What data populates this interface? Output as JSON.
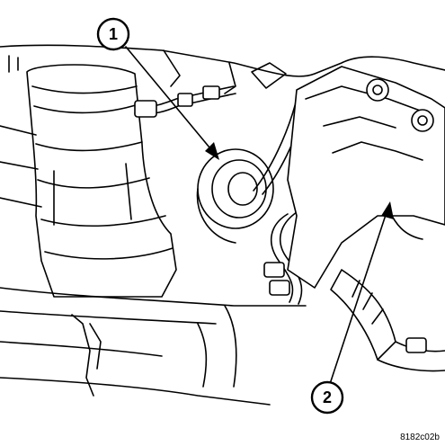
{
  "callouts": [
    {
      "number": "1"
    },
    {
      "number": "2"
    }
  ],
  "figure_code": "8182c02b",
  "colors": {
    "line": "#000000",
    "background": "#ffffff"
  }
}
